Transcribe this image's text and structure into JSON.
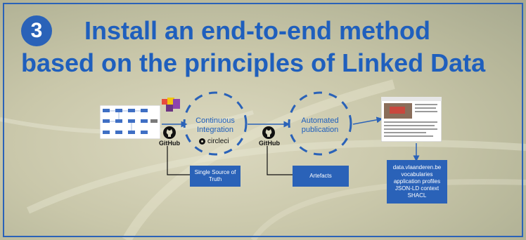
{
  "title": {
    "number": "3",
    "line1": "Install an end-to-end method",
    "line2": "based on the principles of Linked Data"
  },
  "diagram": {
    "stage1": {
      "line1": "Continuous",
      "line2": "Integration",
      "tool": "circleci"
    },
    "stage2": {
      "line1": "Automated",
      "line2": "publication"
    },
    "github1": "GitHub",
    "github2": "GitHub",
    "box_source": {
      "line1": "Single Source of",
      "line2": "Truth"
    },
    "box_artefacts": "Artefacts",
    "box_outputs": [
      "data.vlaanderen.be",
      "vocabularies",
      "application profiles",
      "JSON-LD context",
      "SHACL"
    ]
  },
  "colors": {
    "accent": "#2a62b8",
    "title": "#1f5fbd"
  },
  "icons": [
    "uml-diagram-icon",
    "tool-logo-icon",
    "github-icon",
    "circleci-icon",
    "website-screenshot-icon"
  ]
}
